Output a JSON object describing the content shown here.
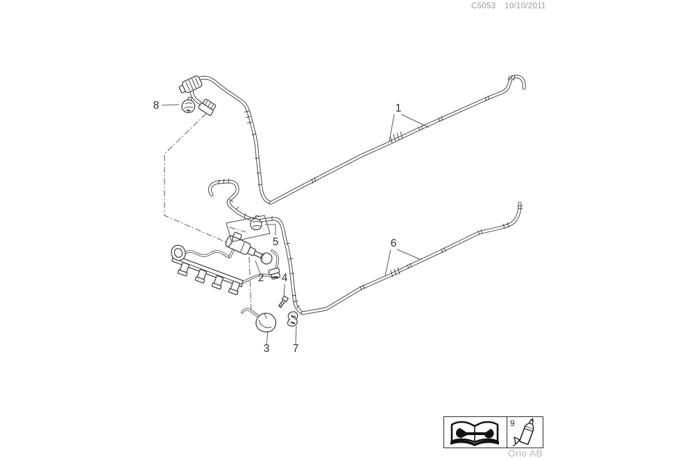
{
  "header": {
    "code": "C5053",
    "date": "10/10/2011"
  },
  "callouts": {
    "c1": "1",
    "c2": "2",
    "c3": "3",
    "c4": "4",
    "c5": "5",
    "c6": "6",
    "c7": "7",
    "c8": "8",
    "c9": "9"
  },
  "footer": {
    "brand": "Orio AB"
  },
  "icons": {
    "manual": "open-book-wrench-icon",
    "lubricant": "grease-tube-icon"
  },
  "colors": {
    "line_art": "#454545",
    "callout_text": "#2e2e2e",
    "header_text": "#9a9a9a",
    "brand_text": "#b5b5b5",
    "background": "#ffffff"
  }
}
